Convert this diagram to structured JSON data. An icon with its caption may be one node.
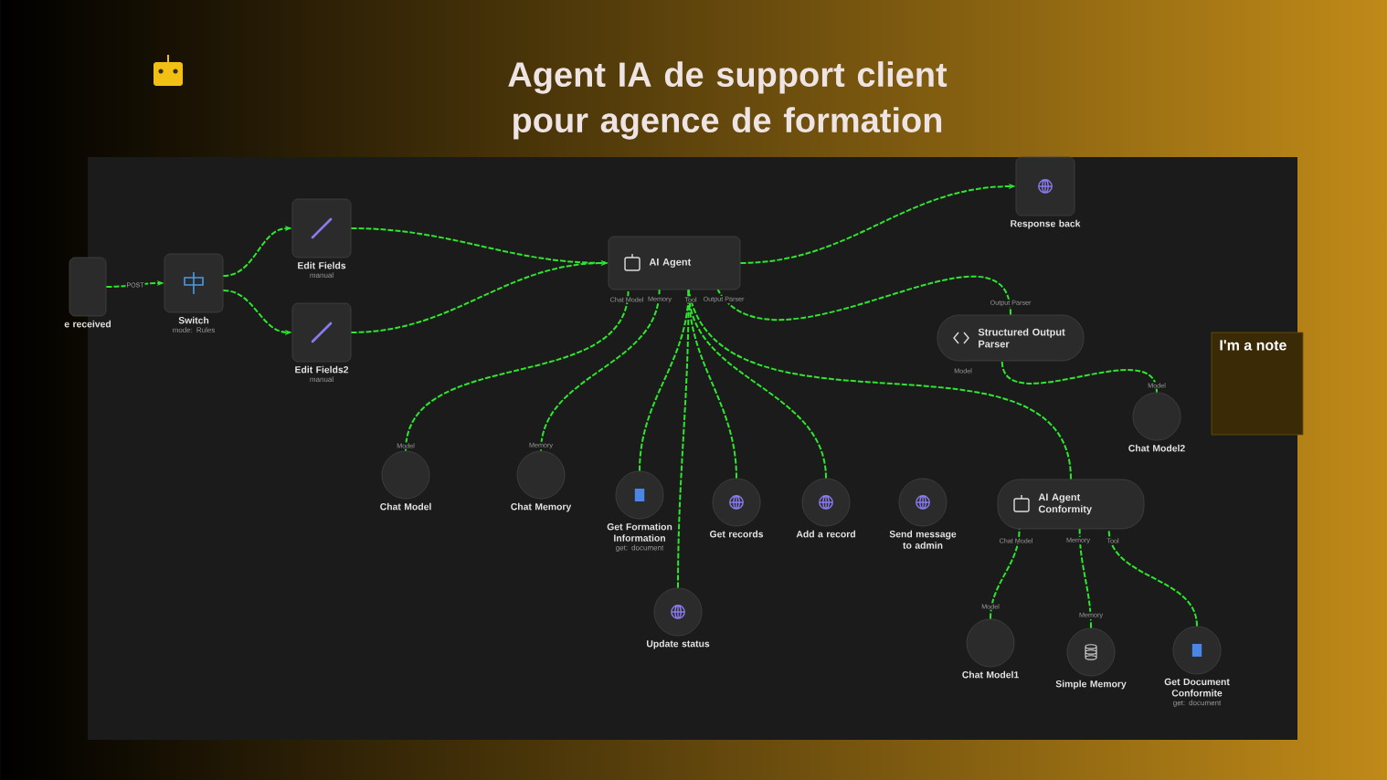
{
  "diagram": {
    "title": "Agent IA de support client pour agence de formation",
    "nodes": [
      {
        "text": [
          "e received"
        ]
      },
      {
        "text": [
          "Switch",
          "mode: Rules"
        ]
      },
      {
        "text": [
          "Edit Fields",
          "manual"
        ]
      },
      {
        "text": [
          "Edit Fields2",
          "manual"
        ]
      },
      {
        "text": [
          "AI Agent"
        ]
      },
      {
        "text": [
          "Response back"
        ]
      },
      {
        "text": [
          "Structured Output Parser"
        ]
      },
      {
        "text": [
          "Chat Model"
        ]
      },
      {
        "text": [
          "Chat Memory"
        ]
      },
      {
        "text": [
          "Get Formation Information",
          "get: document"
        ]
      },
      {
        "text": [
          "Update status"
        ]
      },
      {
        "text": [
          "Get records"
        ]
      },
      {
        "text": [
          "Add a record"
        ]
      },
      {
        "text": [
          "Send message to admin"
        ]
      },
      {
        "text": [
          "AI Agent Conformity"
        ]
      },
      {
        "text": [
          "Chat Model2"
        ]
      },
      {
        "text": [
          "Chat Model1"
        ]
      },
      {
        "text": [
          "Simple Memory"
        ]
      },
      {
        "text": [
          "Get Document Conformite",
          "get: document"
        ]
      },
      {
        "text": [
          "I'm a note"
        ]
      }
    ],
    "edges": [
      {
        "from": 0,
        "to": 1,
        "arrow": "to",
        "label": "POST"
      },
      {
        "from": 1,
        "to": 2,
        "arrow": "to"
      },
      {
        "from": 1,
        "to": 3,
        "arrow": "to"
      },
      {
        "from": 2,
        "to": 4,
        "arrow": "to"
      },
      {
        "from": 3,
        "to": 4,
        "arrow": "to"
      },
      {
        "from": 4,
        "to": 5,
        "arrow": "to"
      },
      {
        "from": 6,
        "to": 4,
        "arrow": "none"
      },
      {
        "from": 7,
        "to": 4,
        "arrow": "none"
      },
      {
        "from": 8,
        "to": 4,
        "arrow": "none"
      },
      {
        "from": 9,
        "to": 4,
        "arrow": "none"
      },
      {
        "from": 10,
        "to": 4,
        "arrow": "none"
      },
      {
        "from": 11,
        "to": 4,
        "arrow": "none"
      },
      {
        "from": 12,
        "to": 4,
        "arrow": "none"
      },
      {
        "from": 14,
        "to": 4,
        "arrow": "none"
      },
      {
        "from": 15,
        "to": 6,
        "arrow": "none"
      },
      {
        "from": 16,
        "to": 14,
        "arrow": "none"
      },
      {
        "from": 17,
        "to": 14,
        "arrow": "none"
      },
      {
        "from": 18,
        "to": 14,
        "arrow": "none"
      }
    ],
    "labels": [
      "Chat Model",
      "Memory",
      "Tool",
      "Output Parser",
      "Output Parser",
      "Model",
      "Model",
      "Model",
      "Memory",
      "Chat Model",
      "Memory",
      "Tool",
      "Model",
      "Memory"
    ]
  }
}
